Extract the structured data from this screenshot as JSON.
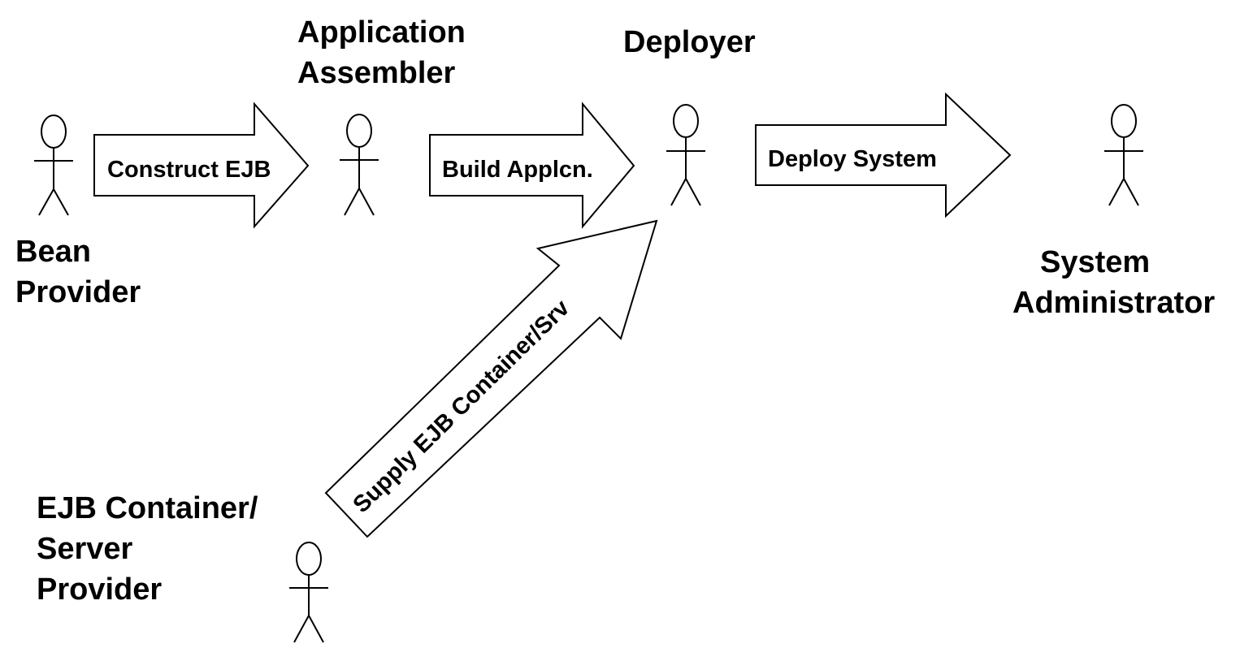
{
  "actors": {
    "bean_provider": {
      "line1": "Bean",
      "line2": "Provider"
    },
    "application_assembler": {
      "line1": "Application",
      "line2": "Assembler"
    },
    "deployer": {
      "line1": "Deployer"
    },
    "system_administrator": {
      "line1": "System",
      "line2": "Administrator"
    },
    "container_provider": {
      "line1": "EJB Container/",
      "line2": "Server",
      "line3": "Provider"
    }
  },
  "arrows": {
    "construct_ejb": "Construct EJB",
    "build_applcn": "Build Applcn.",
    "deploy_system": "Deploy System",
    "supply_container": "Supply EJB Container/Srv"
  },
  "colors": {
    "stroke": "#000000",
    "fill": "#ffffff",
    "text": "#000000"
  },
  "icons": {
    "actor": "stick-figure-icon",
    "flow": "block-arrow"
  }
}
